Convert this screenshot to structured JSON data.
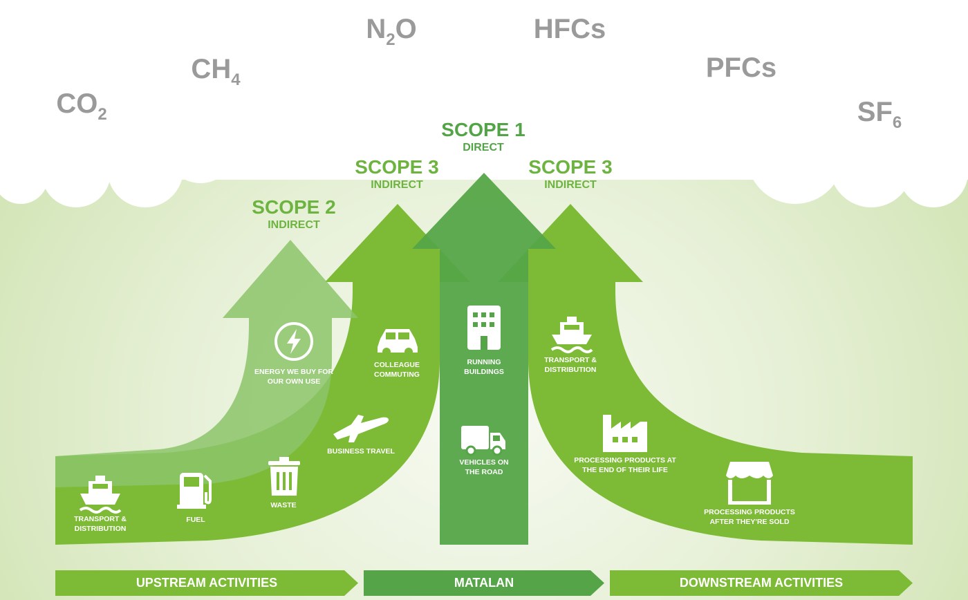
{
  "gases": [
    {
      "base": "CO",
      "sub": "2"
    },
    {
      "base": "CH",
      "sub": "4"
    },
    {
      "base": "N",
      "sub": "2",
      "tail": "O"
    },
    {
      "base": "HFCs",
      "sub": ""
    },
    {
      "base": "PFCs",
      "sub": ""
    },
    {
      "base": "SF",
      "sub": "6"
    }
  ],
  "scopes": {
    "scope2": {
      "title": "SCOPE 2",
      "subtitle": "INDIRECT"
    },
    "scope3_left": {
      "title": "SCOPE 3",
      "subtitle": "INDIRECT"
    },
    "scope1": {
      "title": "SCOPE 1",
      "subtitle": "DIRECT"
    },
    "scope3_right": {
      "title": "SCOPE 3",
      "subtitle": "INDIRECT"
    }
  },
  "items": {
    "energy": [
      "ENERGY WE BUY FOR",
      "OUR OWN USE"
    ],
    "commuting": [
      "COLLEAGUE",
      "COMMUTING"
    ],
    "business_travel": [
      "BUSINESS TRAVEL"
    ],
    "transport_up": [
      "TRANSPORT &",
      "DISTRIBUTION"
    ],
    "fuel": [
      "FUEL"
    ],
    "waste": [
      "WASTE"
    ],
    "buildings": [
      "RUNNING",
      "BUILDINGS"
    ],
    "vehicles": [
      "VEHICLES ON",
      "THE ROAD"
    ],
    "transport_down": [
      "TRANSPORT &",
      "DISTRIBUTION"
    ],
    "end_of_life": [
      "PROCESSING PRODUCTS AT",
      "THE END OF THEIR LIFE"
    ],
    "after_sold": [
      "PROCESSING PRODUCTS",
      "AFTER THEY'RE SOLD"
    ]
  },
  "bars": {
    "upstream": "UPSTREAM ACTIVITIES",
    "matalan": "MATALAN",
    "downstream": "DOWNSTREAM ACTIVITIES"
  },
  "colors": {
    "light": "#7dbb36",
    "dark": "#55a548",
    "scope2": "#8cc46a",
    "gas": "#9a9a9a"
  }
}
